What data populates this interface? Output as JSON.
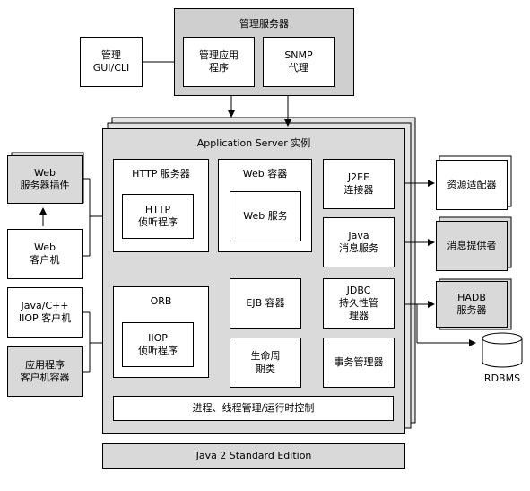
{
  "mgmt_server": {
    "title": "管理服务器",
    "app": "管理应用\n程序",
    "snmp": "SNMP\n代理"
  },
  "mgmt_gui": "管理\nGUI/CLI",
  "app_server": {
    "title": "Application Server 实例"
  },
  "http_server": {
    "title": "HTTP 服务器",
    "listener": "HTTP\n侦听程序"
  },
  "web_container": {
    "title": "Web 容器",
    "service": "Web 服务"
  },
  "j2ee_connector": "J2EE\n连接器",
  "java_msg": "Java\n消息服务",
  "orb": {
    "title": "ORB",
    "listener": "IIOP\n侦听程序"
  },
  "ejb_container": "EJB 容器",
  "lifecycle": "生命周\n期类",
  "jdbc": "JDBC\n持久性管\n理器",
  "tx_manager": "事务管理器",
  "process_mgmt": "进程、线程管理/运行时控制",
  "web_plugin": "Web\n服务器插件",
  "web_client": "Web\n客户机",
  "iiop_client": "Java/C++\nIIOP 客户机",
  "app_client_container": "应用程序\n客户机容器",
  "resource_adapter": "资源适配器",
  "msg_provider": "消息提供者",
  "hadb": "HADB\n服务器",
  "rdbms": "RDBMS",
  "java_se": "Java 2 Standard Edition"
}
